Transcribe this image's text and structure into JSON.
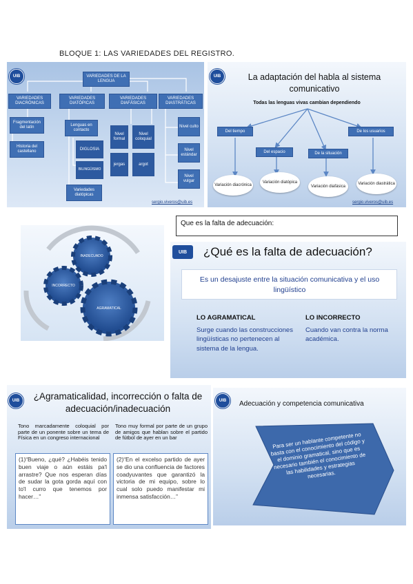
{
  "page_title": "BLOQUE 1: LAS VARIEDADES DEL REGISTRO.",
  "logo": "UIB",
  "slide1": {
    "top": "VARIEDADES DE LA LENGUA",
    "columns": [
      "VARIEDADES DIACRÓNICAS",
      "VARIEDADES DIATÓPICAS",
      "VARIEDADES DIAFÁSICAS",
      "VARIEDADES DIASTRÁTICAS"
    ],
    "diacronicas": [
      "Fragmentación del latín",
      "Historia del castellano"
    ],
    "diatopicas": [
      "Lenguas en contacto",
      "DIGLOSIA",
      "BILINGÜISMO",
      "Variedades diatópicas"
    ],
    "diafasicas": [
      "Nivel formal",
      "Nivel coloquial",
      "jergas",
      "argot"
    ],
    "diastraticas": [
      "Nivel culto",
      "Nivel estándar",
      "Nivel vulgar"
    ],
    "email": "sergio.viveros@uib.es"
  },
  "slide2": {
    "title": "La adaptación del habla al sistema comunicativo",
    "subtitle": "Todas las lenguas vivas cambian dependiendo",
    "branches": [
      "Del tiempo",
      "Del espacio",
      "De la situación",
      "De los usuarios"
    ],
    "results": [
      "Variación diacrónica",
      "Variación diatópica",
      "Variación diafásica",
      "Variación diastrática"
    ],
    "email": "sergio.viveros@uib.es"
  },
  "question_box": "Que es la falta de adecuación:",
  "gears": [
    "INADECUADO",
    "INCORRECTO",
    "AGRAMATICAL"
  ],
  "slide3": {
    "title": "¿Qué es la falta de adecuación?",
    "definition": "Es un desajuste entre la situación comunicativa y el uso lingüístico",
    "left_heading": "LO AGRAMATICAL",
    "left_text": "Surge cuando las construcciones lingüísticas no pertenecen al sistema de la lengua.",
    "right_heading": "LO INCORRECTO",
    "right_text": "Cuando van contra la norma académica."
  },
  "slide4": {
    "title": "¿Agramaticalidad, incorrección o falta de adecuación/inadecuación",
    "left_intro": "Tono marcadamente coloquial por parte de un ponente sobre un tema de Física en un congreso internacional",
    "left_example": "(1)“Bueno, ¿qué? ¿Habéis tenido buen viaje o aún estáis pa'l arrastre? Que nos esperan días de sudar la gota gorda aquí con to'l curro que tenemos por hacer…”",
    "right_intro": "Tono muy formal por parte de un grupo de amigos que hablan sobre el partido de fútbol de ayer en un bar",
    "right_example": "(2)“En el excelso partido de ayer se dio una confluencia de factores coadyuvantes que garantizó la victoria de mi equipo, sobre lo cual solo puedo manifestar mi inmensa satisfacción…”"
  },
  "slide5": {
    "title": "Adecuación y competencia comunicativa",
    "text": "Para ser un hablante competente no basta con el conocimiento del código y el dominio gramatical, sino que es necesario también el conocimiento de las habilidades y estrategias necesarias."
  }
}
